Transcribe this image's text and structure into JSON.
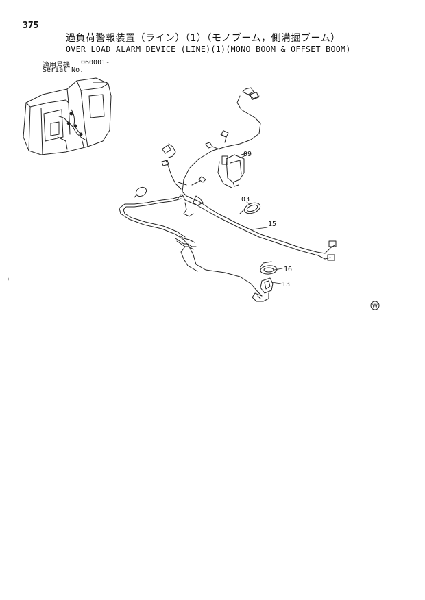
{
  "page": {
    "page_number": "375",
    "title_ja": "過負荷警報装置（ライン）（1）（モノブーム，側溝掘ブーム）",
    "title_en": "OVER LOAD ALARM DEVICE (LINE)(1)(MONO BOOM & OFFSET BOOM)",
    "serial_label_ja": "適用号機",
    "serial_value": "060001-",
    "serial_label_en": "Serial No.",
    "mark": "W"
  },
  "callouts": [
    {
      "id": "09",
      "label": "09"
    },
    {
      "id": "03",
      "label": "03"
    },
    {
      "id": "15",
      "label": "15"
    },
    {
      "id": "16",
      "label": "16"
    },
    {
      "id": "13",
      "label": "13"
    }
  ]
}
